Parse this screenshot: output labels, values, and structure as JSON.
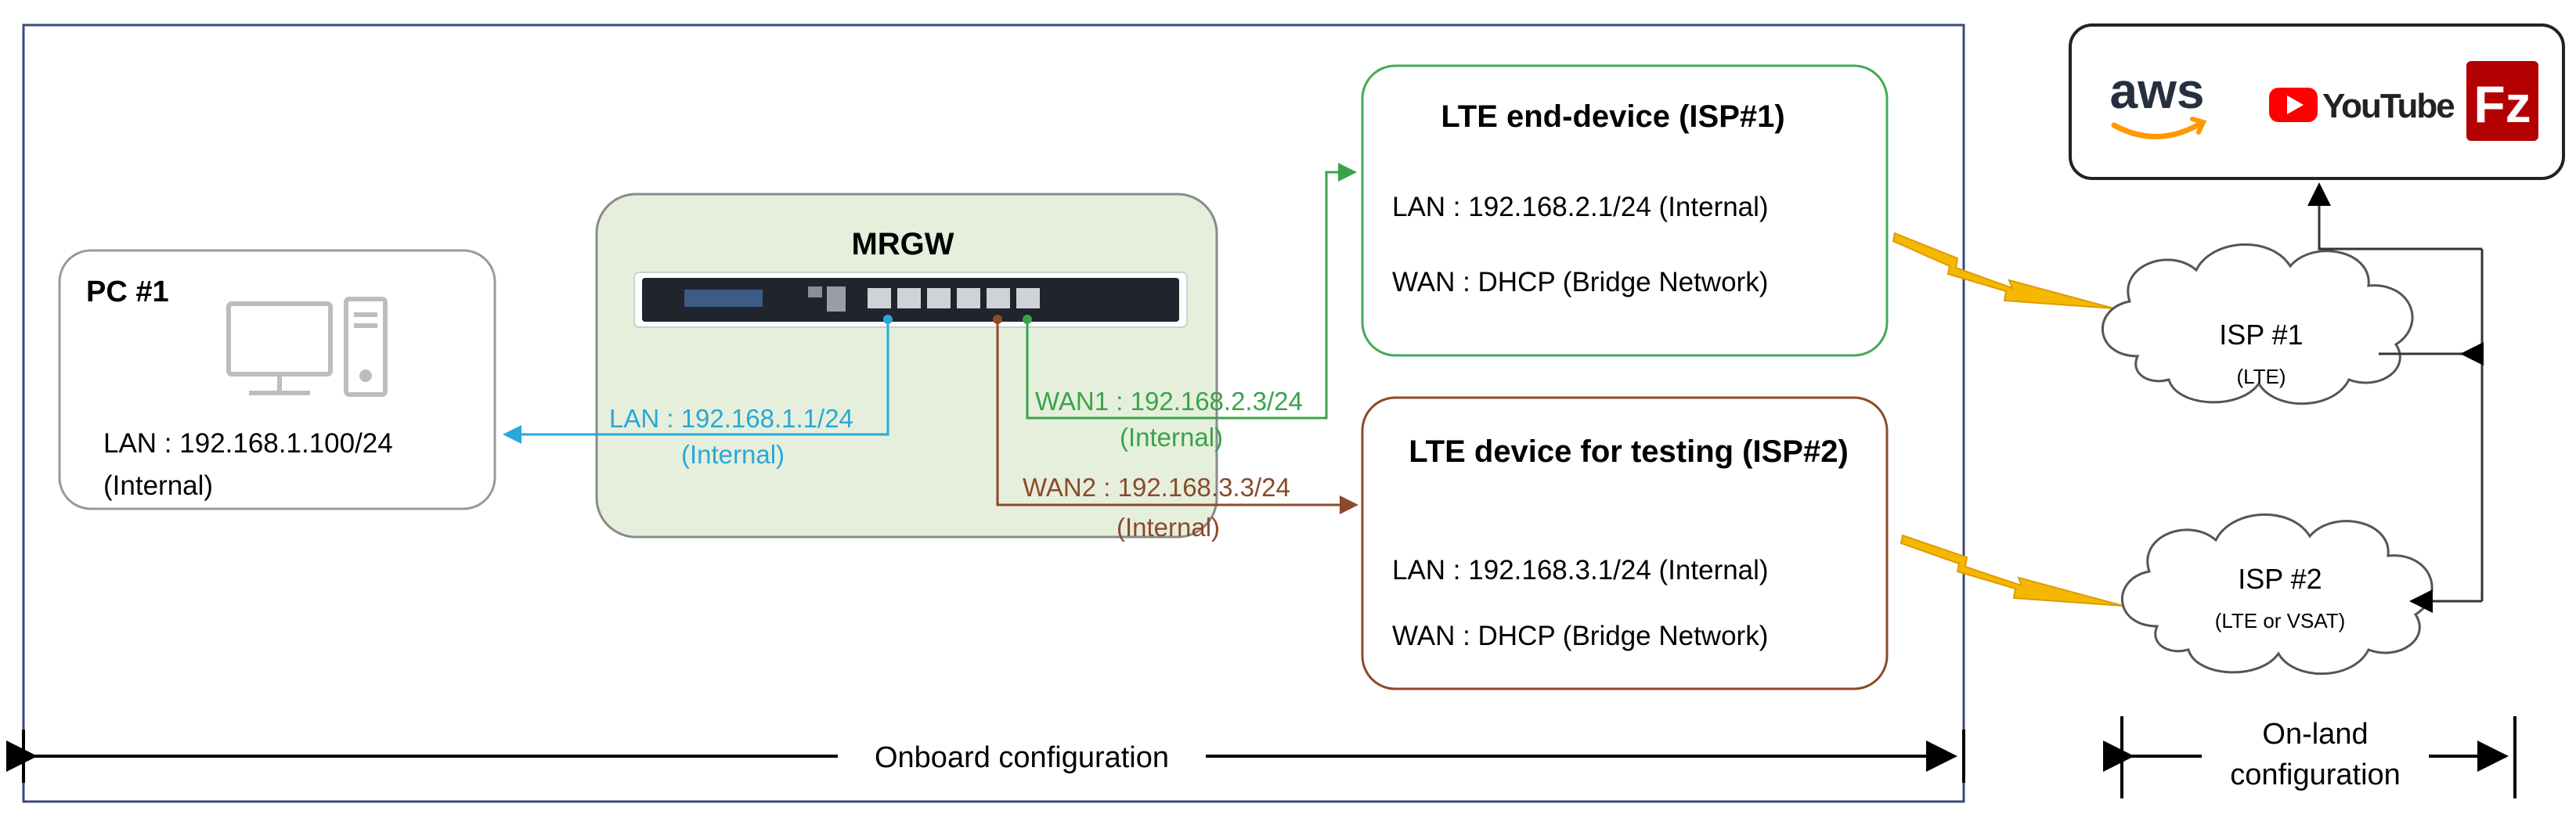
{
  "labels": {
    "pc_title": "PC #1",
    "pc_lan": "LAN : 192.168.1.100/24",
    "pc_lan_note": "(Internal)",
    "mrgw_title": "MRGW",
    "mrgw_lan": "LAN : 192.168.1.1/24",
    "mrgw_lan_note": "(Internal)",
    "wan1": "WAN1 : 192.168.2.3/24",
    "wan1_note": "(Internal)",
    "wan2": "WAN2 : 192.168.3.3/24",
    "wan2_note": "(Internal)",
    "lte1_title": "LTE end-device (ISP#1)",
    "lte1_lan": "LAN : 192.168.2.1/24 (Internal)",
    "lte1_wan": "WAN : DHCP (Bridge Network)",
    "lte2_title": "LTE device for testing (ISP#2)",
    "lte2_lan": "LAN : 192.168.3.1/24 (Internal)",
    "lte2_wan": "WAN : DHCP (Bridge Network)",
    "isp1": "ISP #1",
    "isp1_note": "(LTE)",
    "isp2": "ISP #2",
    "isp2_note": "(LTE or VSAT)",
    "logo_aws": "aws",
    "logo_youtube": "YouTube",
    "logo_filezilla": "Fz",
    "onboard": "Onboard configuration",
    "onland_1": "On-land",
    "onland_2": "configuration"
  },
  "colors": {
    "lan_blue": "#29a8d8",
    "wan1_green": "#3aa34a",
    "wan2_brown": "#8b4a2b",
    "frame_navy": "#3b4a7a",
    "mrgw_fill": "#e6efdc",
    "lte1_border": "#44aa55",
    "lte2_border": "#8b4a2b",
    "lightning": "#f5b800"
  }
}
